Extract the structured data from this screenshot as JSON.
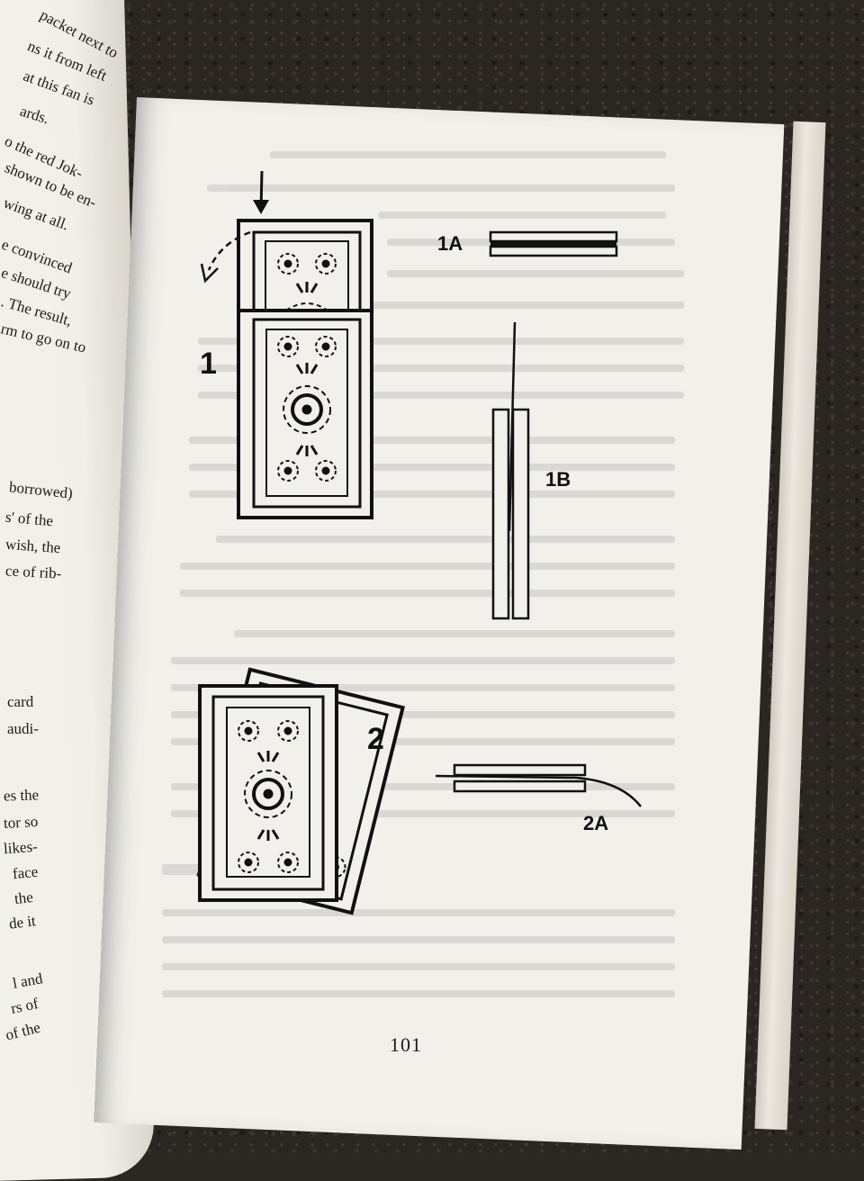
{
  "left_page": {
    "lines": [
      "packet next to",
      "ns it from left",
      "at this fan is",
      "ards.",
      "o the red Jok-",
      "shown to be en-",
      "wing at all.",
      "e convinced",
      "e should try",
      ". The result,",
      "rm to go on to",
      "borrowed)",
      "s' of the",
      "wish, the",
      "ce of rib-",
      "card",
      "audi-",
      "es the",
      "tor so",
      "likes-",
      "face",
      "the",
      "de it",
      "l and",
      "rs of",
      "of the"
    ]
  },
  "right_page": {
    "figure_labels": {
      "fig1": "1",
      "fig1a": "1A",
      "fig1b": "1B",
      "fig2": "2",
      "fig2a": "2A"
    },
    "page_number": "101"
  },
  "colors": {
    "ink": "#111111",
    "paper": "#f1f0eb",
    "background": "#2a2621"
  }
}
